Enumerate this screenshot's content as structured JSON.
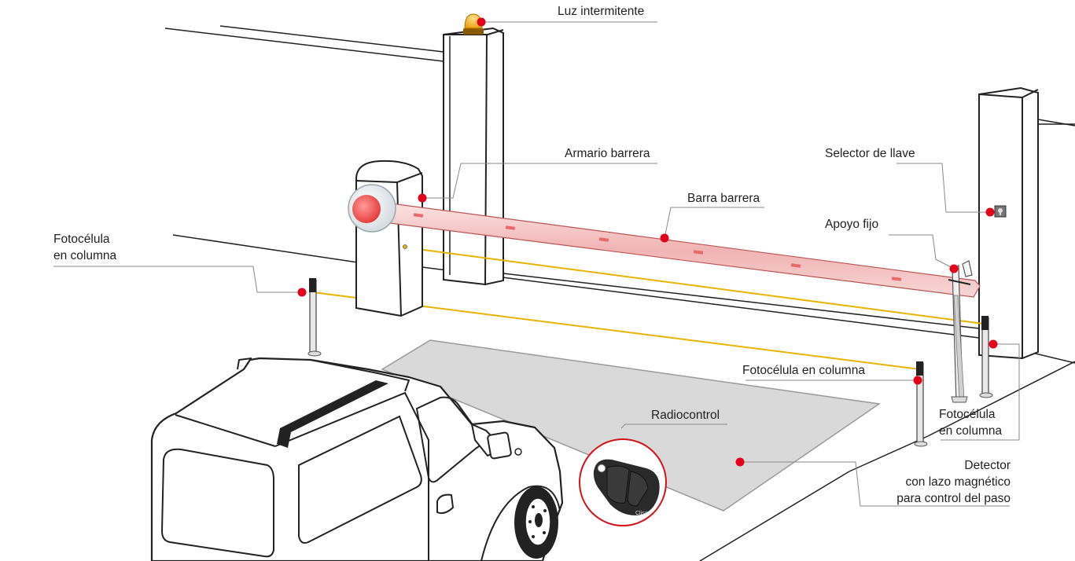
{
  "labels": {
    "luz_intermitente": "Luz intermitente",
    "armario_barrera": "Armario barrera",
    "barra_barrera": "Barra barrera",
    "selector_de_llave": "Selector de llave",
    "apoyo_fijo": "Apoyo fijo",
    "fotocelula_left_1": "Fotocélula",
    "fotocelula_left_2": "en columna",
    "fotocelula_middle": "Fotocélula en columna",
    "fotocelula_right_1": "Fotocélula",
    "fotocelula_right_2": "en columna",
    "radiocontrol": "Radiocontrol",
    "detector_1": "Detector",
    "detector_2": "con lazo magnético",
    "detector_3": "para control del paso",
    "remote_brand": "Clisa"
  },
  "colors": {
    "marker": "#e3001b",
    "beam": "#e8b400",
    "barrier_arm": "#f4c3c3",
    "lamp": "#f2a900",
    "loop_area": "#d9d9d9",
    "callout_line": "#8a8a8a"
  }
}
